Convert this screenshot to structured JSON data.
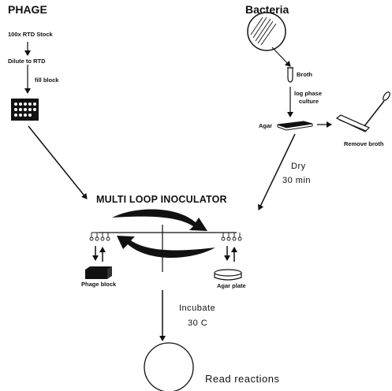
{
  "phage": {
    "title": "PHAGE",
    "stock": "100x RTD Stock",
    "dilute": "Dilute to RTD",
    "fill": "fill block"
  },
  "bacteria": {
    "title": "Bacteria",
    "broth": "Broth",
    "log_phase_line1": "log phase",
    "log_phase_line2": "culture",
    "agar": "Agar",
    "remove_broth": "Remove broth",
    "dry": "Dry",
    "dry_time": "30 min"
  },
  "inoculator": {
    "title": "MULTI LOOP INOCULATOR",
    "phage_block": "Phage block",
    "agar_plate": "Agar plate"
  },
  "incubate": {
    "label": "Incubate",
    "temp": "30 C"
  },
  "result": {
    "label": "Read reactions"
  },
  "colors": {
    "ink": "#111111",
    "background": "#ffffff"
  }
}
